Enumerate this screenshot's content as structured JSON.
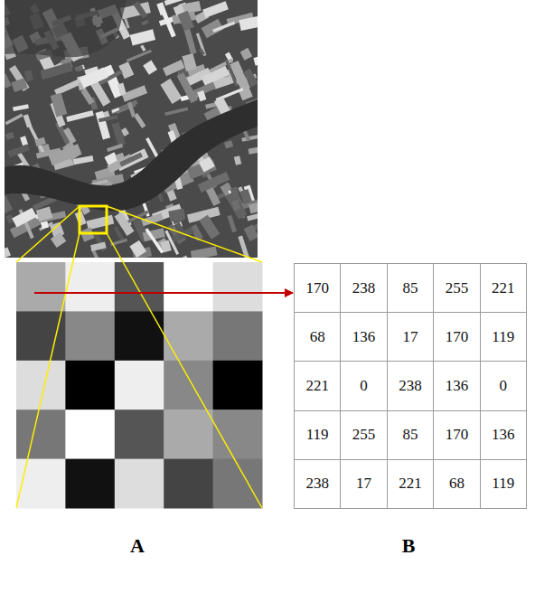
{
  "diagram": {
    "labels": [
      "170",
      "238",
      "85",
      "255",
      "221",
      "68",
      "136",
      "17",
      "170",
      "119",
      "221",
      "0",
      "238",
      "136",
      "0",
      "119",
      "255",
      "85",
      "170",
      "136",
      "238",
      "17",
      "221",
      "68",
      "119",
      "A",
      "B"
    ]
  }
}
